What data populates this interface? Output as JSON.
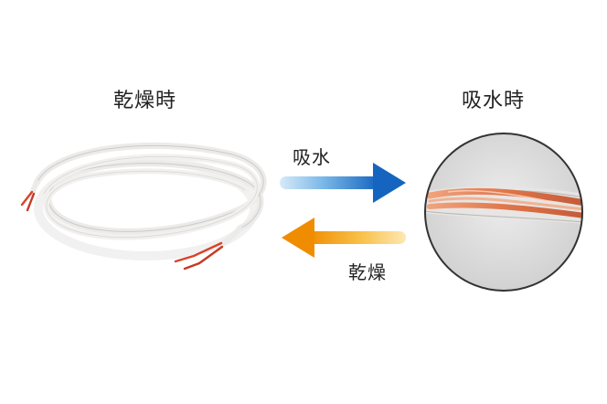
{
  "labels": {
    "dry_state": "乾燥時",
    "wet_state": "吸水時",
    "absorb": "吸水",
    "dry": "乾燥"
  },
  "colors": {
    "absorb_arrow_start": "#cfe6f7",
    "absorb_arrow_end": "#1565c0",
    "dry_arrow_start": "#fbe3a8",
    "dry_arrow_end": "#f08c00",
    "cable_sheath": "#ecebea",
    "wire_tip": "#d8442a",
    "magnified_wire": "#e07a4f",
    "circle_bg": "#d9d9d9",
    "circle_border": "#333333"
  },
  "icons": {
    "absorb_arrow": "arrow-right-icon",
    "dry_arrow": "arrow-left-icon"
  }
}
